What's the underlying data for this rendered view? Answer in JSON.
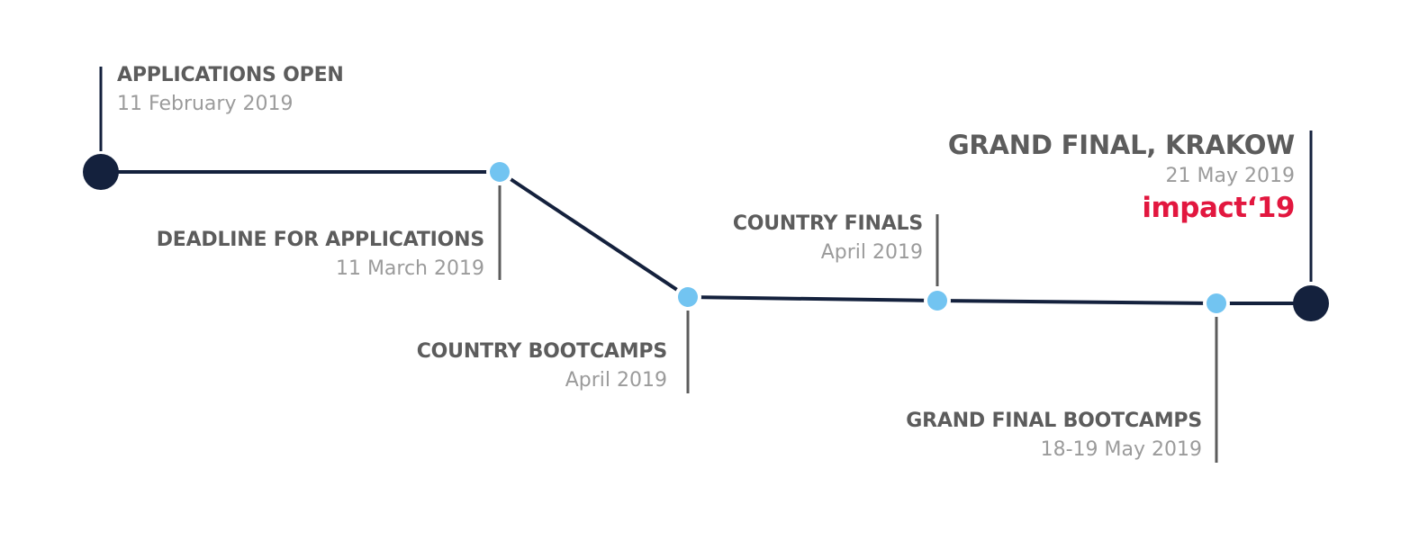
{
  "colors": {
    "line": "#14213d",
    "milestone_dot": "#72c4f1",
    "endpoint_dot": "#14213d",
    "stem": "#5c5c5c",
    "title_text": "#5c5c5c",
    "date_text": "#9b9b9b",
    "brand": "#e2173f"
  },
  "milestones": [
    {
      "title": "APPLICATIONS OPEN",
      "date": "11 February 2019"
    },
    {
      "title": "DEADLINE FOR APPLICATIONS",
      "date": "11 March 2019"
    },
    {
      "title": "COUNTRY BOOTCAMPS",
      "date": "April 2019"
    },
    {
      "title": "COUNTRY FINALS",
      "date": "April 2019"
    },
    {
      "title": "GRAND FINAL BOOTCAMPS",
      "date": "18-19 May 2019"
    },
    {
      "title": "GRAND FINAL, KRAKOW",
      "date": "21 May 2019",
      "logo": "impact‘19"
    }
  ]
}
